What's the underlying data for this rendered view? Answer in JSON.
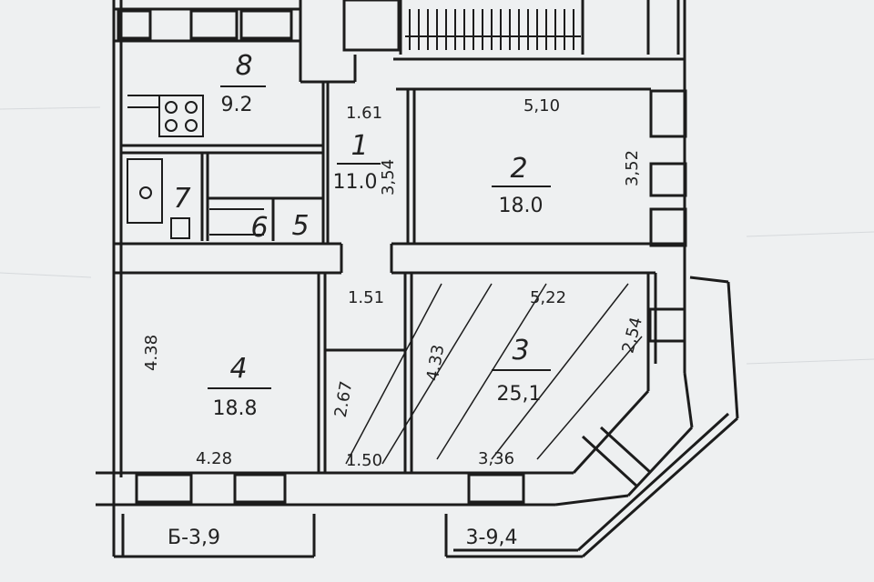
{
  "rooms": [
    {
      "id": "1",
      "number": "1",
      "area": "11.0"
    },
    {
      "id": "2",
      "number": "2",
      "area": "18.0"
    },
    {
      "id": "3",
      "number": "3",
      "area": "25,1"
    },
    {
      "id": "4",
      "number": "4",
      "area": "18.8"
    },
    {
      "id": "5",
      "number": "5",
      "area": ""
    },
    {
      "id": "6",
      "number": "6",
      "area": ""
    },
    {
      "id": "7",
      "number": "7",
      "area": ""
    },
    {
      "id": "8",
      "number": "8",
      "area": "9.2"
    }
  ],
  "dimensions": {
    "d_161": "1.61",
    "d_510": "5,10",
    "d_352": "3,52",
    "d_354": "3,54",
    "d_151": "1.51",
    "d_522": "5,22",
    "d_254": "2,54",
    "d_438": "4.38",
    "d_433": "4.33",
    "d_267": "2.67",
    "d_428": "4.28",
    "d_150": "1.50",
    "d_336": "3,36"
  },
  "balconies": {
    "left": "Б-3,9",
    "right": "3-9,4"
  },
  "colors": {
    "paper": "#eef0f1",
    "ink": "#1c1c1c"
  }
}
